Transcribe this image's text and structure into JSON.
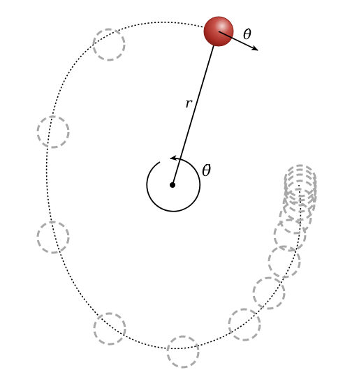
{
  "labels": {
    "radius": "r",
    "theta_hat": "θ̂",
    "theta_ddot": "θ̈"
  },
  "colors": {
    "ball_edge": "#7a1a14",
    "ball_mid": "#b5332c",
    "ball_highlight": "#f2d6d3",
    "ghost": "#a8a8a8",
    "ink": "#000000",
    "background": "#ffffff"
  },
  "ghost_ball_count": 15
}
